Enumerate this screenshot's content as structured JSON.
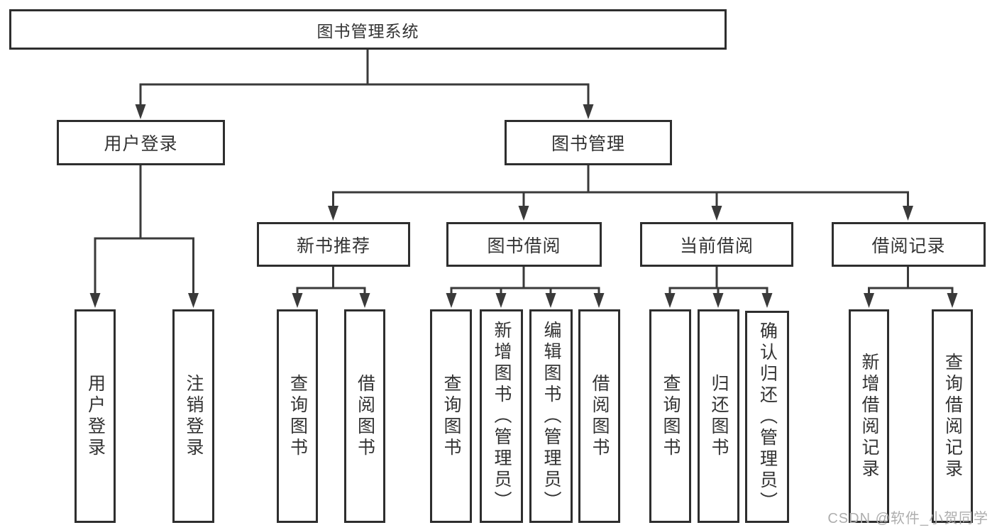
{
  "tree": {
    "root": "图书管理系统",
    "user_login": {
      "label": "用户登录",
      "children": [
        "用户登录",
        "注销登录"
      ]
    },
    "book_management": {
      "label": "图书管理",
      "groups": [
        {
          "label": "新书推荐",
          "children": [
            "查询图书",
            "借阅图书"
          ]
        },
        {
          "label": "图书借阅",
          "children": [
            "查询图书",
            "新增图书（管理员）",
            "编辑图书（管理员）",
            "借阅图书"
          ]
        },
        {
          "label": "当前借阅",
          "children": [
            "查询图书",
            "归还图书",
            "确认归还（管理员）"
          ]
        },
        {
          "label": "借阅记录",
          "children": [
            "新增借阅记录",
            "查询借阅记录"
          ]
        }
      ]
    }
  },
  "watermark": "CSDN @软件_小贺同学"
}
